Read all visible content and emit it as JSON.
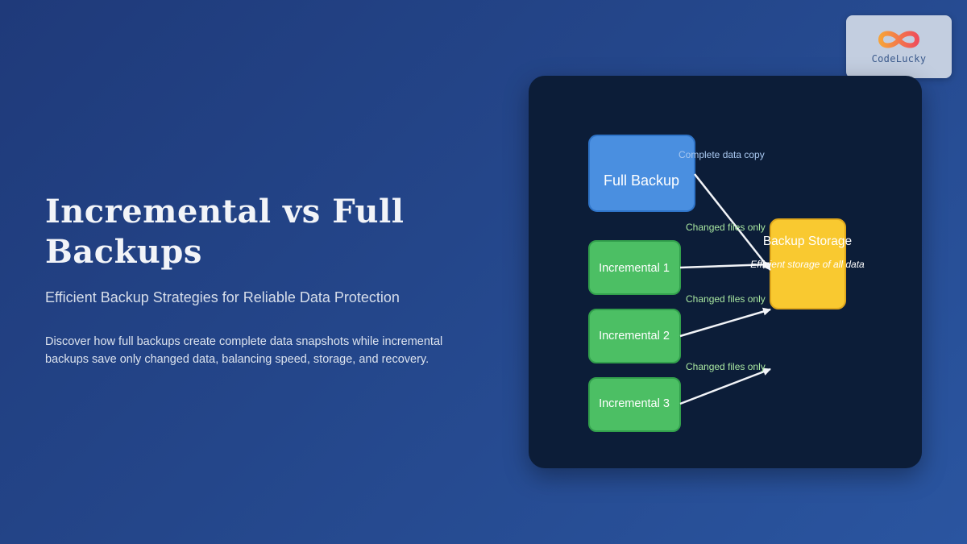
{
  "logo": {
    "text": "CodeLucky",
    "icon": "infinity-logo-icon"
  },
  "hero": {
    "title": "Incremental vs Full Backups",
    "subtitle": "Efficient Backup Strategies for Reliable Data Protection",
    "description": "Discover how full backups create complete data snapshots while incremental backups save only changed data, balancing speed, storage, and recovery."
  },
  "diagram": {
    "nodes": {
      "full": {
        "label": "Full Backup",
        "color": "#4a8fe0"
      },
      "inc1": {
        "label": "Incremental 1",
        "color": "#4cbf64"
      },
      "inc2": {
        "label": "Incremental 2",
        "color": "#4cbf64"
      },
      "inc3": {
        "label": "Incremental 3",
        "color": "#4cbf64"
      },
      "storage": {
        "label": "Backup Storage",
        "sublabel": "Efficient storage of all data",
        "color": "#f9c930"
      }
    },
    "edges": {
      "full": "Complete data copy",
      "inc1": "Changed files only",
      "inc2": "Changed files only",
      "inc3": "Changed files only"
    },
    "colors": {
      "full_edge_label": "#a9c8f0",
      "inc_edge_label": "#a8e6a0",
      "arrow": "#f2f4f8"
    }
  }
}
